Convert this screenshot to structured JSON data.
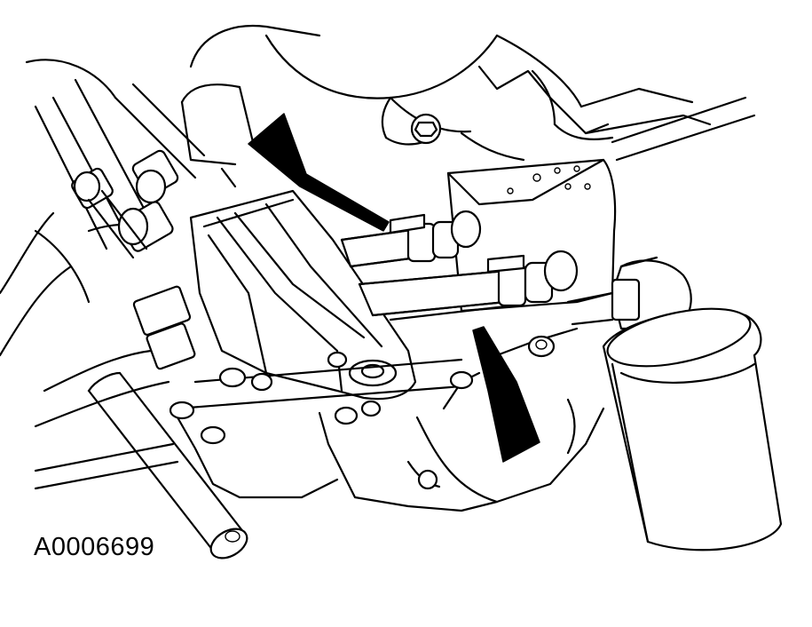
{
  "figure": {
    "id_label": "A0006699"
  },
  "callouts": [
    {
      "name": "arrow-upper",
      "points_to": "upper-hose-clamp",
      "fill": "#000000"
    },
    {
      "name": "arrow-lower",
      "points_to": "lower-hose-clamp",
      "fill": "#000000"
    }
  ],
  "style": {
    "line_color": "#000000",
    "background": "#ffffff"
  }
}
